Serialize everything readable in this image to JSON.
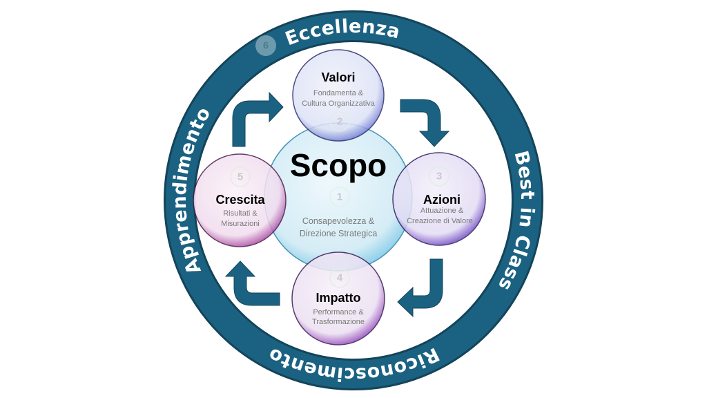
{
  "ring": {
    "top_label": "Eccellenza",
    "right_label": "Best in Class",
    "bottom_label": "Riconoscimento",
    "left_label": "Apprendimento",
    "badge": "6",
    "color": "#1b6282"
  },
  "center": {
    "number": "1",
    "title": "Scopo",
    "subtitle_line1": "Consapevolezza &",
    "subtitle_line2": "Direzione Strategica",
    "color": "#d6eef7"
  },
  "nodes": {
    "valori": {
      "number": "2",
      "title": "Valori",
      "line1": "Fondamenta &",
      "line2": "Cultura Organizzativa",
      "color": "#dfe3f7"
    },
    "azioni": {
      "number": "3",
      "title": "Azioni",
      "line1": "Attuazione &",
      "line2": "Creazione di Valore",
      "color": "#e6e0f5"
    },
    "impatto": {
      "number": "4",
      "title": "Impatto",
      "line1": "Performance &",
      "line2": "Trasformazione",
      "color": "#eedff2"
    },
    "crescita": {
      "number": "5",
      "title": "Crescita",
      "line1": "Risultati &",
      "line2": "Misurazioni",
      "color": "#f3dcef"
    }
  }
}
